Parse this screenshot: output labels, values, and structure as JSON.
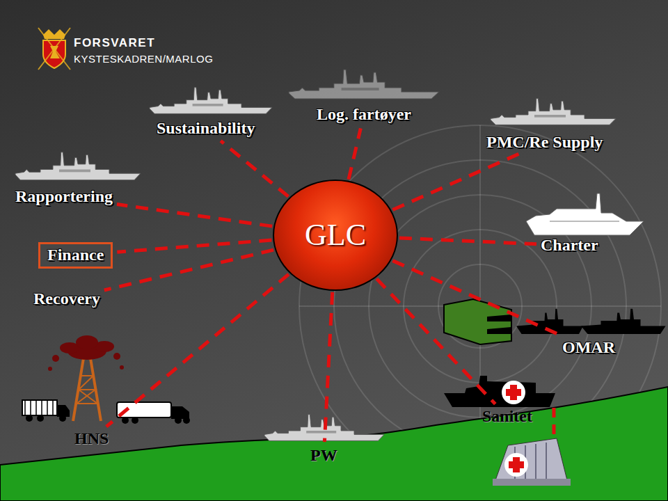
{
  "diagram": {
    "nodes": [
      {
        "text": [
          "Sustainability"
        ]
      },
      {
        "text": [
          "Log. fartøyer"
        ]
      },
      {
        "text": [
          "PMC/Re Supply"
        ]
      },
      {
        "text": [
          "Rapportering"
        ]
      },
      {
        "text": [
          "GLC"
        ]
      },
      {
        "text": [
          "Finance"
        ]
      },
      {
        "text": [
          "Charter"
        ]
      },
      {
        "text": [
          "Recovery"
        ]
      },
      {
        "text": [
          "OMAR"
        ]
      },
      {
        "text": [
          "HNS"
        ]
      },
      {
        "text": [
          "PW"
        ]
      },
      {
        "text": [
          "Sanitet"
        ]
      }
    ],
    "edges": [
      {
        "from": 4,
        "to": 0,
        "arrow": "none"
      },
      {
        "from": 4,
        "to": 1,
        "arrow": "none"
      },
      {
        "from": 4,
        "to": 2,
        "arrow": "none"
      },
      {
        "from": 4,
        "to": 3,
        "arrow": "none"
      },
      {
        "from": 4,
        "to": 5,
        "arrow": "none"
      },
      {
        "from": 4,
        "to": 6,
        "arrow": "none"
      },
      {
        "from": 4,
        "to": 7,
        "arrow": "none"
      },
      {
        "from": 4,
        "to": 8,
        "arrow": "none"
      },
      {
        "from": 4,
        "to": 9,
        "arrow": "none"
      },
      {
        "from": 4,
        "to": 10,
        "arrow": "none"
      },
      {
        "from": 4,
        "to": 11,
        "arrow": "none"
      }
    ],
    "labels": [
      "FORSVARET",
      "KYSTESKADREN/MARLOG"
    ]
  }
}
